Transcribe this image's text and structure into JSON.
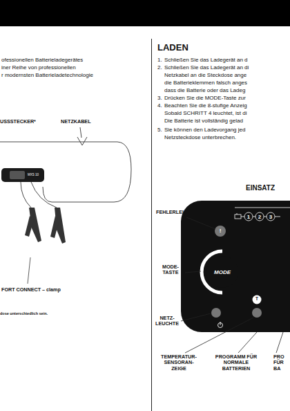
{
  "diagram": {
    "nodes": [
      {
        "text": [
          "MODE"
        ]
      }
    ],
    "labels": [
      "ofessionellen Batterieladegerätes",
      "iner Reihe von professionellen",
      "r modernsten Batterieladetechnologie",
      "USSSTECKER*",
      "NETZKABEL",
      "MXS 10",
      "FORT CONNECT – clamp",
      "dose unterschiedlich sein.",
      "LADEN",
      "1.",
      "Schließen Sie das Ladegerät an d",
      "2.",
      "Schließen Sie das Ladegerät an di",
      "Netzkabel an die Steckdose ange",
      "die Batterieklemmen falsch anges",
      "dass die Batterie oder das Ladeg",
      "3.",
      "Drücken Sie die MODE-Taste zur",
      "4.",
      "Beachten Sie die 8-stufige Anzeig",
      "Sobald SCHRITT 4 leuchtet, ist di",
      "Die Batterie ist vollständig gelad",
      "5.",
      "Sie können den Ladevorgang jed",
      "Netzsteckdose unterbrechen.",
      "EINSATZ",
      "FEHLERLEUCHTE",
      "MODE- TASTE",
      "NETZ- LEUCHTE",
      "TEMPERATUR- SENSORAN- ZEIGE",
      "PROGRAMM FÜR NORMALE BATTERIEN",
      "PRO FÜR BA",
      "!",
      "T",
      "1",
      "2",
      "3"
    ]
  }
}
